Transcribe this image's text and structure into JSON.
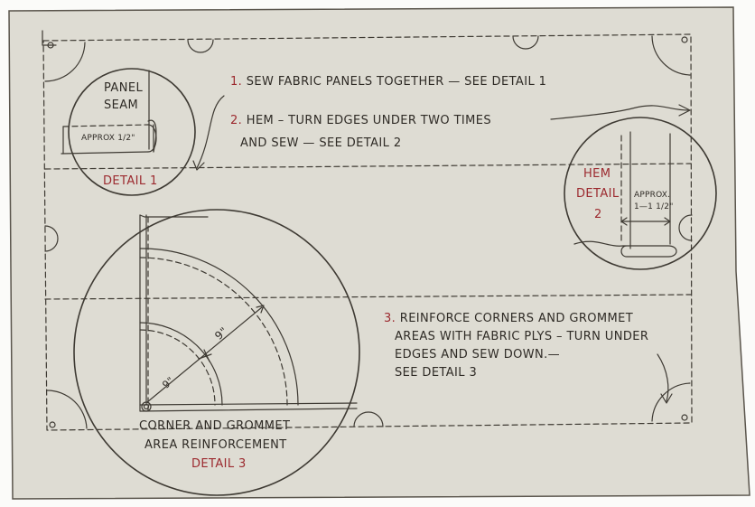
{
  "steps": [
    {
      "num": "1.",
      "line1": "SEW FABRIC PANELS TOGETHER — SEE DETAIL 1"
    },
    {
      "num": "2.",
      "line1": "HEM – TURN EDGES UNDER TWO TIMES",
      "line2": "AND SEW — SEE DETAIL 2"
    },
    {
      "num": "3.",
      "line1": "REINFORCE CORNERS AND GROMMET",
      "line2": "AREAS WITH FABRIC PLYS – TURN UNDER",
      "line3": "EDGES AND SEW DOWN.—",
      "line4": "SEE DETAIL 3"
    }
  ],
  "detail1": {
    "title_line1": "PANEL",
    "title_line2": "SEAM",
    "measure": "APPROX 1/2\"",
    "label": "DETAIL 1"
  },
  "detail2": {
    "title_line1": "HEM",
    "title_line2": "DETAIL",
    "title_line3": "2",
    "measure_line1": "APPROX.",
    "measure_line2": "1—1  1/2\""
  },
  "detail3": {
    "caption_line1": "CORNER AND GROMMET",
    "caption_line2": "AREA REINFORCEMENT",
    "label": "DETAIL 3",
    "dim_outer": "9\"",
    "dim_inner": "9\""
  },
  "colors": {
    "paper": "#dedcd3",
    "ink": "#3e3a33",
    "accent": "#9c2a2f",
    "background": "#fbfbf9"
  }
}
